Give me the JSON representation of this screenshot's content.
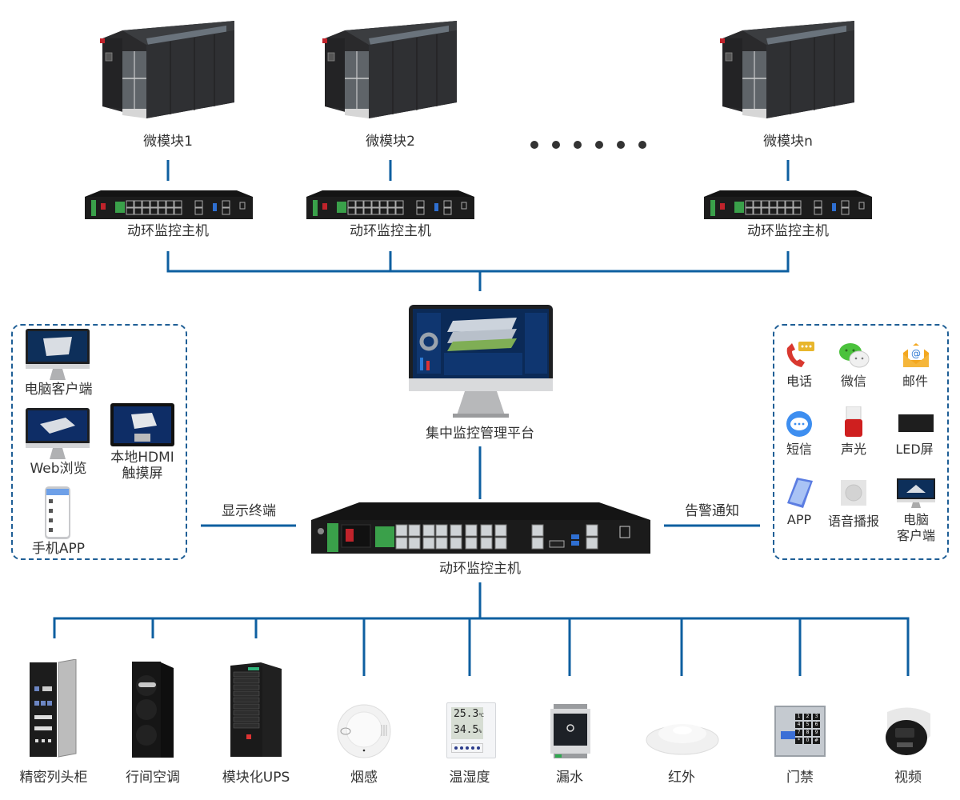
{
  "colors": {
    "line": "#0e5fa0",
    "text": "#333333"
  },
  "top_modules": [
    {
      "label": "微模块1",
      "host_label": "动环监控主机"
    },
    {
      "label": "微模块2",
      "host_label": "动环监控主机"
    },
    {
      "label": "微模块n",
      "host_label": "动环监控主机"
    }
  ],
  "ellipsis_dots": 6,
  "platform": {
    "label": "集中监控管理平台"
  },
  "center_host": {
    "label": "动环监控主机"
  },
  "left_link": {
    "label": "显示终端"
  },
  "right_link": {
    "label": "告警通知"
  },
  "display_terminals": [
    {
      "label": "电脑客户端",
      "icon": "desktop-monitor-icon"
    },
    {
      "label": "Web浏览",
      "icon": "desktop-monitor-icon"
    },
    {
      "label": "本地HDMI",
      "label2": "触摸屏",
      "icon": "touch-panel-icon"
    },
    {
      "label": "手机APP",
      "icon": "smartphone-icon"
    }
  ],
  "alarm_notifications": [
    {
      "label": "电话",
      "icon": "phone-icon"
    },
    {
      "label": "微信",
      "icon": "wechat-icon"
    },
    {
      "label": "邮件",
      "icon": "mail-icon"
    },
    {
      "label": "短信",
      "icon": "sms-icon"
    },
    {
      "label": "声光",
      "icon": "siren-icon"
    },
    {
      "label": "LED屏",
      "icon": "led-screen-icon"
    },
    {
      "label": "APP",
      "icon": "app-phone-icon"
    },
    {
      "label": "语音播报",
      "icon": "speaker-icon"
    },
    {
      "label": "电脑",
      "label2": "客户端",
      "icon": "monitor-icon"
    }
  ],
  "field_devices": [
    {
      "label": "精密列头柜",
      "icon": "power-cabinet-icon"
    },
    {
      "label": "行间空调",
      "icon": "inrow-ac-icon"
    },
    {
      "label": "模块化UPS",
      "icon": "ups-icon"
    },
    {
      "label": "烟感",
      "icon": "smoke-detector-icon"
    },
    {
      "label": "温湿度",
      "icon": "thermo-hygrometer-icon",
      "reading_temp": "25.3",
      "reading_temp_unit": "℃",
      "reading_hum": "34.5",
      "reading_hum_unit": "%"
    },
    {
      "label": "漏水",
      "icon": "water-leak-icon"
    },
    {
      "label": "红外",
      "icon": "infrared-sensor-icon"
    },
    {
      "label": "门禁",
      "icon": "access-control-icon",
      "keys": [
        "1",
        "2",
        "3",
        "4",
        "5",
        "6",
        "7",
        "8",
        "9",
        "*",
        "0",
        "#"
      ]
    },
    {
      "label": "视频",
      "icon": "dome-camera-icon"
    }
  ]
}
